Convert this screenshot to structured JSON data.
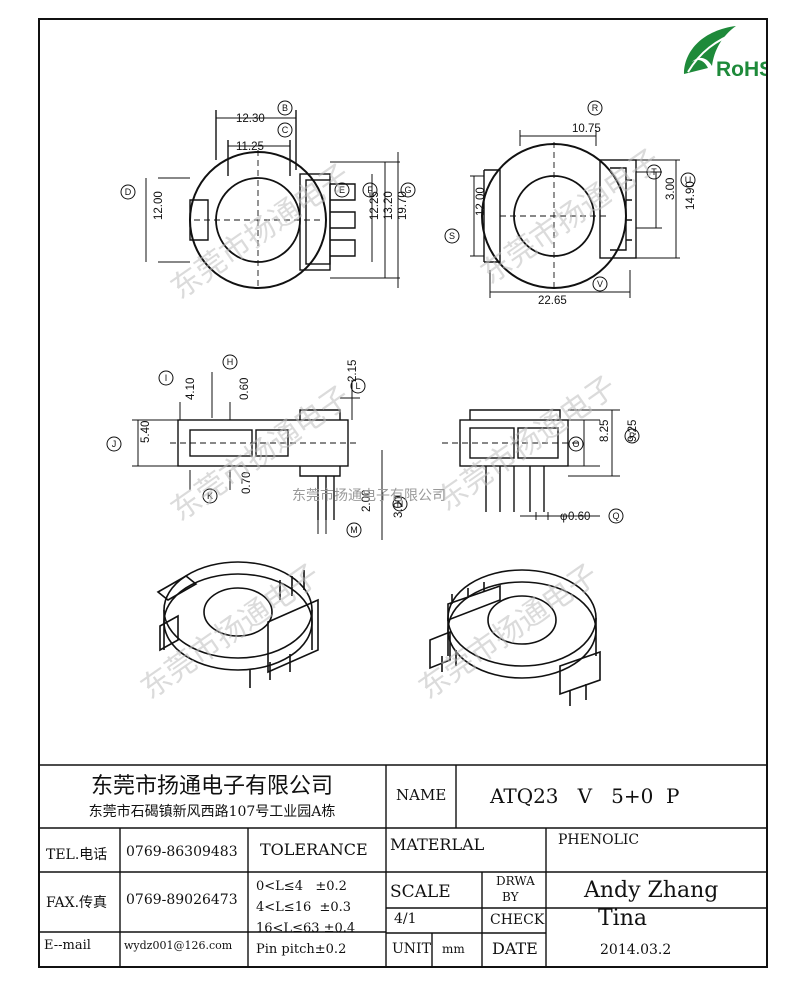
{
  "logo": {
    "text": "RoHS",
    "color": "#1e8a3a"
  },
  "watermark": {
    "text": "东莞市扬通电子",
    "center_text": "东莞市扬通电子有限公司"
  },
  "drawing": {
    "top_left_dims": [
      "12.30",
      "11.25",
      "12.00",
      "12.25",
      "13.20",
      "19.70"
    ],
    "top_left_tags": [
      "B",
      "C",
      "D",
      "E",
      "F",
      "G"
    ],
    "top_right_dims": [
      "10.75",
      "12.00",
      "3.00",
      "14.90",
      "22.65"
    ],
    "top_right_tags": [
      "R",
      "S",
      "T",
      "U",
      "V"
    ],
    "side_left_dims": [
      "4.10",
      "0.60",
      "2.15",
      "5.40",
      "0.70",
      "2.00",
      "3.00"
    ],
    "side_left_tags": [
      "I",
      "H",
      "L",
      "J",
      "K",
      "M",
      "N"
    ],
    "side_right_dims": [
      "8.25",
      "9.25",
      "0.60"
    ],
    "side_right_tags": [
      "O",
      "P",
      "Q"
    ],
    "phi": "φ"
  },
  "title_block": {
    "company_name": "东莞市扬通电子有限公司",
    "company_address": "东莞市石碣镇新风西路107号工业园A栋",
    "name_label": "NAME",
    "name_value": "ATQ23   V   5+0  P",
    "tel_label": "TEL.电话",
    "tel_value": "0769-86309483",
    "fax_label": "FAX.传真",
    "fax_value": "0769-89026473",
    "email_label": "E--mail",
    "email_value": "wydz001@126.com",
    "tolerance_label": "TOLERANCE",
    "tol_1": "0<L≤4   ±0.2",
    "tol_2": "4<L≤16  ±0.3",
    "tol_3": "16<L≤63 ±0.4",
    "tol_4": "Pin pitch±0.2",
    "material_label": "MATERLAL",
    "material_value": "PHENOLIC",
    "scale_label": "SCALE",
    "scale_value": "4/1",
    "drwa_label": "DRWA",
    "by_label": "BY",
    "drawn_by": "Andy Zhang",
    "check_label": "CHECK",
    "checked_by": "Tina",
    "unit_label": "UNIT",
    "unit_value": "mm",
    "date_label": "DATE",
    "date_value": "2014.03.2"
  }
}
